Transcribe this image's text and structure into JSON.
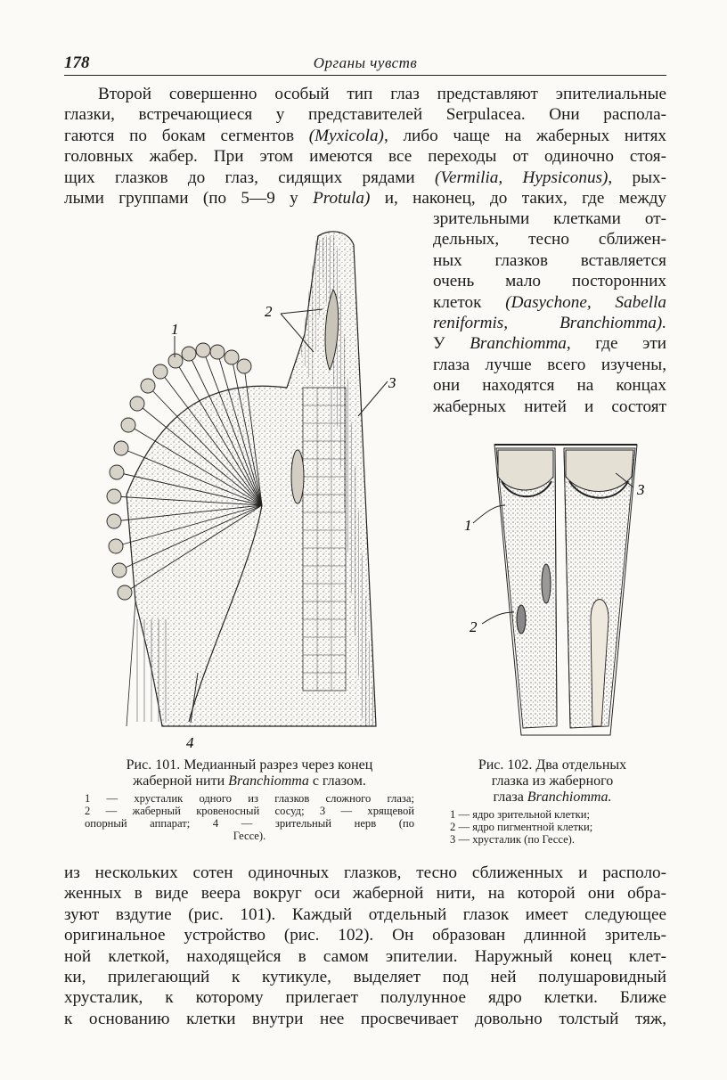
{
  "header": {
    "page_number": "178",
    "running_title": "Органы чувств"
  },
  "paragraph1": {
    "lines": [
      [
        "Второй совершенно особый тип глаз представляют эпителиальные"
      ],
      [
        "глазки, встречающиеся у представителей Serpulacea. Они распола-"
      ],
      [
        "гаются по бокам сегментов ",
        "(Myxicola)",
        ", либо чаще на жаберных нитях"
      ],
      [
        "головных жабер. При этом имеются все переходы от одиночно стоя-"
      ],
      [
        "щих глазков до глаз, сидящих рядами ",
        "(Vermilia, Hypsiconus)",
        ", рых-"
      ],
      [
        "лыми группами (по 5—9 у ",
        "Protula)",
        " и, наконец, до таких, где между"
      ]
    ],
    "right_lines": [
      [
        "зрительными клетками от-"
      ],
      [
        "дельных, тесно сближен-"
      ],
      [
        "ных глазков вставляется"
      ],
      [
        "очень мало посторонних"
      ],
      [
        "клеток ",
        "(Dasychone, Sabella"
      ],
      [
        "reniformis, Branchiomma)."
      ],
      [
        "У ",
        "Branchiomma",
        ", где эти"
      ],
      [
        "глаза лучше всего изучены,"
      ],
      [
        "они находятся на концах"
      ],
      [
        "жаберных нитей и состоят"
      ]
    ]
  },
  "figure101": {
    "labels": {
      "l1": "1",
      "l2": "2",
      "l3": "3",
      "l4": "4"
    },
    "caption_title_1": "Рис. 101. Медианный разрез через конец",
    "caption_title_2a": "жаберной нити ",
    "caption_title_2b": "Branchiomma",
    "caption_title_2c": " с глазом.",
    "legend": [
      "1 — хрусталик одного из глазков сложного глаза;",
      "2 — жаберный кровеносный сосуд; 3 — хрящевой",
      "опорный аппарат; 4 — зрительный нерв (по",
      "Гессе)."
    ]
  },
  "figure102": {
    "labels": {
      "l1": "1",
      "l2": "2",
      "l3": "3"
    },
    "caption_title_1": "Рис. 102. Два отдельных",
    "caption_title_2": "глазка из жаберного",
    "caption_title_3a": "глаза ",
    "caption_title_3b": "Branchiomma.",
    "legend": [
      "1 — ядро зрительной клетки;",
      "2 — ядро пигментной клетки;",
      "3 — хрусталик (по Гессе)."
    ]
  },
  "paragraph2": {
    "lines": [
      "из нескольких сотен одиночных глазков, тесно сближенных и располо-",
      "женных в виде веера вокруг оси жаберной нити, на которой они обра-",
      "зуют вздутие (рис. 101). Каждый отдельный глазок имеет следующее",
      "оригинальное устройство (рис. 102). Он образован длинной зритель-",
      "ной клеткой, находящейся в самом эпителии. Наружный конец клет-",
      "ки, прилегающий к кутикуле, выделяет под ней полушаровидный",
      "хрусталик, к которому прилегает полулунное ядро клетки. Ближе",
      "к основанию клетки внутри нее просвечивает довольно толстый тяж,"
    ]
  }
}
